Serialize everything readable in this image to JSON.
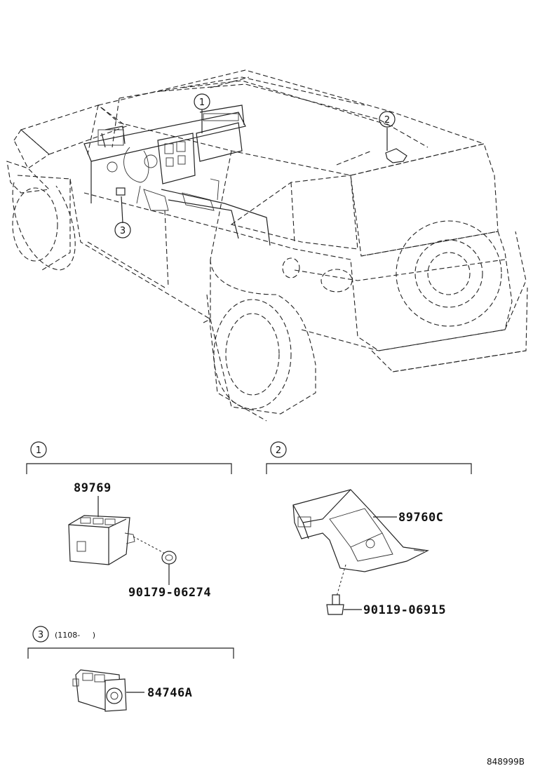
{
  "callouts": {
    "c1": "1",
    "c2": "2",
    "c3": "3"
  },
  "sections": {
    "s1": {
      "number": "1"
    },
    "s2": {
      "number": "2"
    },
    "s3": {
      "number": "3",
      "note": "(1108-     )"
    }
  },
  "parts": {
    "p89769": "89769",
    "p90179": "90179-06274",
    "p89760c": "89760C",
    "p90119": "90119-06915",
    "p84746a": "84746A"
  },
  "diagram_ref": "848999B"
}
